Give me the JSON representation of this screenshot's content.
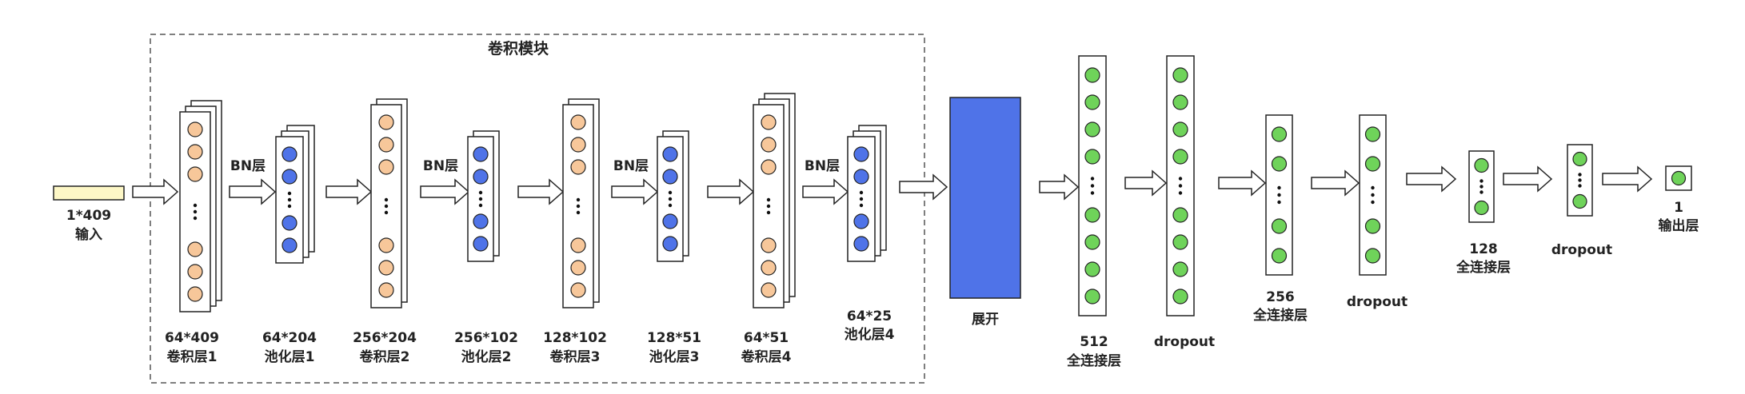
{
  "module_title": "卷积模块",
  "input": {
    "size": "1*409",
    "name": "输入"
  },
  "bn_label": "BN层",
  "conv_blocks": [
    {
      "size": "64*409",
      "name": "卷积层1"
    },
    {
      "size": "256*204",
      "name": "卷积层2"
    },
    {
      "size": "128*102",
      "name": "卷积层3"
    },
    {
      "size": "64*51",
      "name": "卷积层4"
    }
  ],
  "pool_blocks": [
    {
      "size": "64*204",
      "name": "池化层1"
    },
    {
      "size": "256*102",
      "name": "池化层2"
    },
    {
      "size": "128*51",
      "name": "池化层3"
    },
    {
      "size": "64*25",
      "name": "池化层4"
    }
  ],
  "flatten": {
    "name": "展开"
  },
  "dense_layers": [
    {
      "size": "512",
      "name": "全连接层"
    },
    {
      "size": "",
      "name": "dropout"
    },
    {
      "size": "256",
      "name": "全连接层"
    },
    {
      "size": "",
      "name": "dropout"
    },
    {
      "size": "128",
      "name": "全连接层"
    },
    {
      "size": "",
      "name": "dropout"
    }
  ],
  "output": {
    "size": "1",
    "name": "输出层"
  },
  "colors": {
    "conv_node": "#f7c79a",
    "pool_node": "#4f73e8",
    "dense_node": "#6fd35a",
    "flatten": "#4f73e8",
    "input": "#fdf7c6",
    "dashed_border": "#555555",
    "stroke": "#222222"
  }
}
